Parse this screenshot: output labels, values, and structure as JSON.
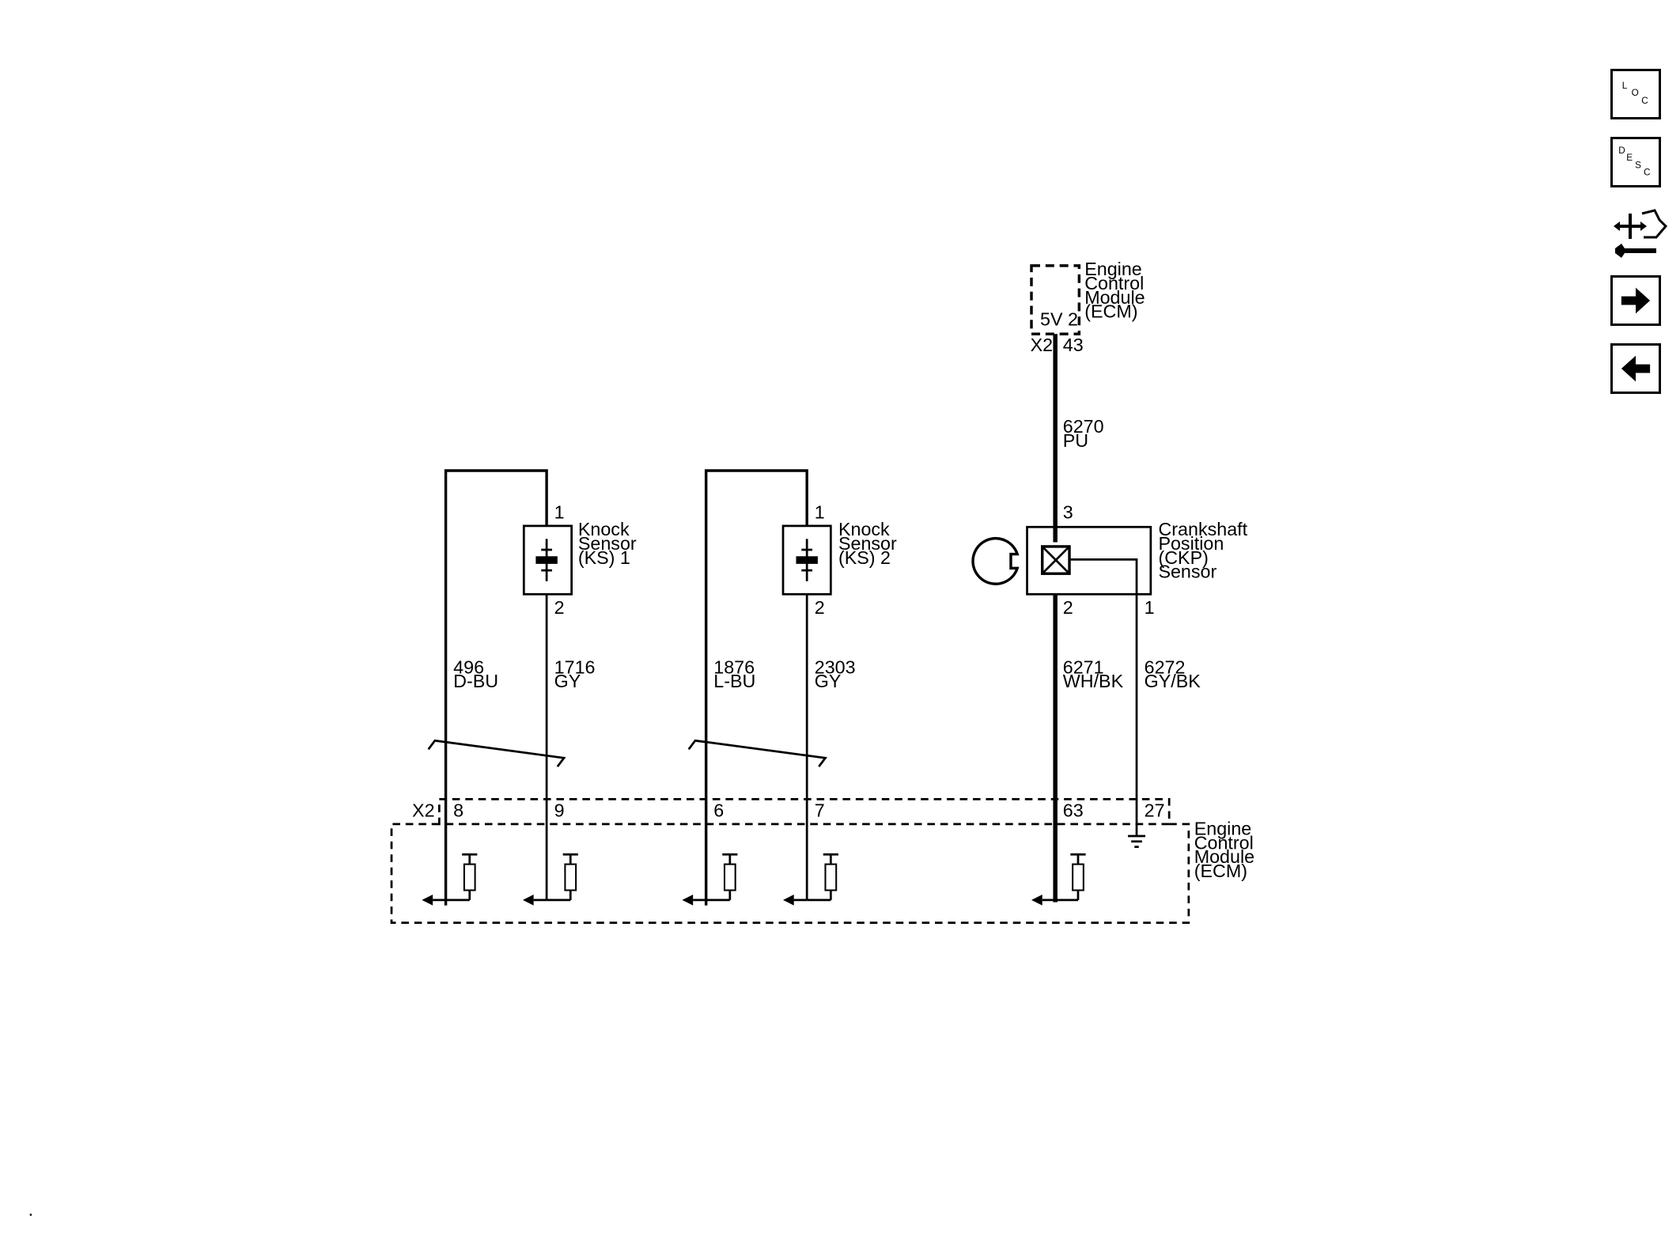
{
  "toolbar": {
    "loc_label": [
      "L",
      "O",
      "C"
    ],
    "desc_label": [
      "D",
      "E",
      "S",
      "C"
    ],
    "tool_icon": "connector-tool-icon",
    "next_icon": "arrow-right-icon",
    "prev_icon": "arrow-left-icon"
  },
  "top_ecm": {
    "name_lines": [
      "Engine",
      "Control",
      "Module",
      "(ECM)"
    ],
    "inner_label": "5V 2",
    "connector": "X2",
    "pin": "43"
  },
  "wire_6270": {
    "circuit": "6270",
    "color": "PU"
  },
  "ks1": {
    "name_lines": [
      "Knock",
      "Sensor",
      "(KS) 1"
    ],
    "pin_top": "1",
    "pin_bottom": "2"
  },
  "ks2": {
    "name_lines": [
      "Knock",
      "Sensor",
      "(KS) 2"
    ],
    "pin_top": "1",
    "pin_bottom": "2"
  },
  "ckp": {
    "name_lines": [
      "Crankshaft",
      "Position",
      "(CKP)",
      "Sensor"
    ],
    "pin_top": "3",
    "pin_bottom_left": "2",
    "pin_bottom_right": "1"
  },
  "wires": {
    "w496": {
      "circuit": "496",
      "color": "D-BU"
    },
    "w1716": {
      "circuit": "1716",
      "color": "GY"
    },
    "w1876": {
      "circuit": "1876",
      "color": "L-BU"
    },
    "w2303": {
      "circuit": "2303",
      "color": "GY"
    },
    "w6271": {
      "circuit": "6271",
      "color": "WH/BK"
    },
    "w6272": {
      "circuit": "6272",
      "color": "GY/BK"
    }
  },
  "bottom_ecm": {
    "connector": "X2",
    "pins": [
      "8",
      "9",
      "6",
      "7",
      "63",
      "27"
    ],
    "name_lines": [
      "Engine",
      "Control",
      "Module",
      "(ECM)"
    ]
  },
  "corner_mark": "."
}
